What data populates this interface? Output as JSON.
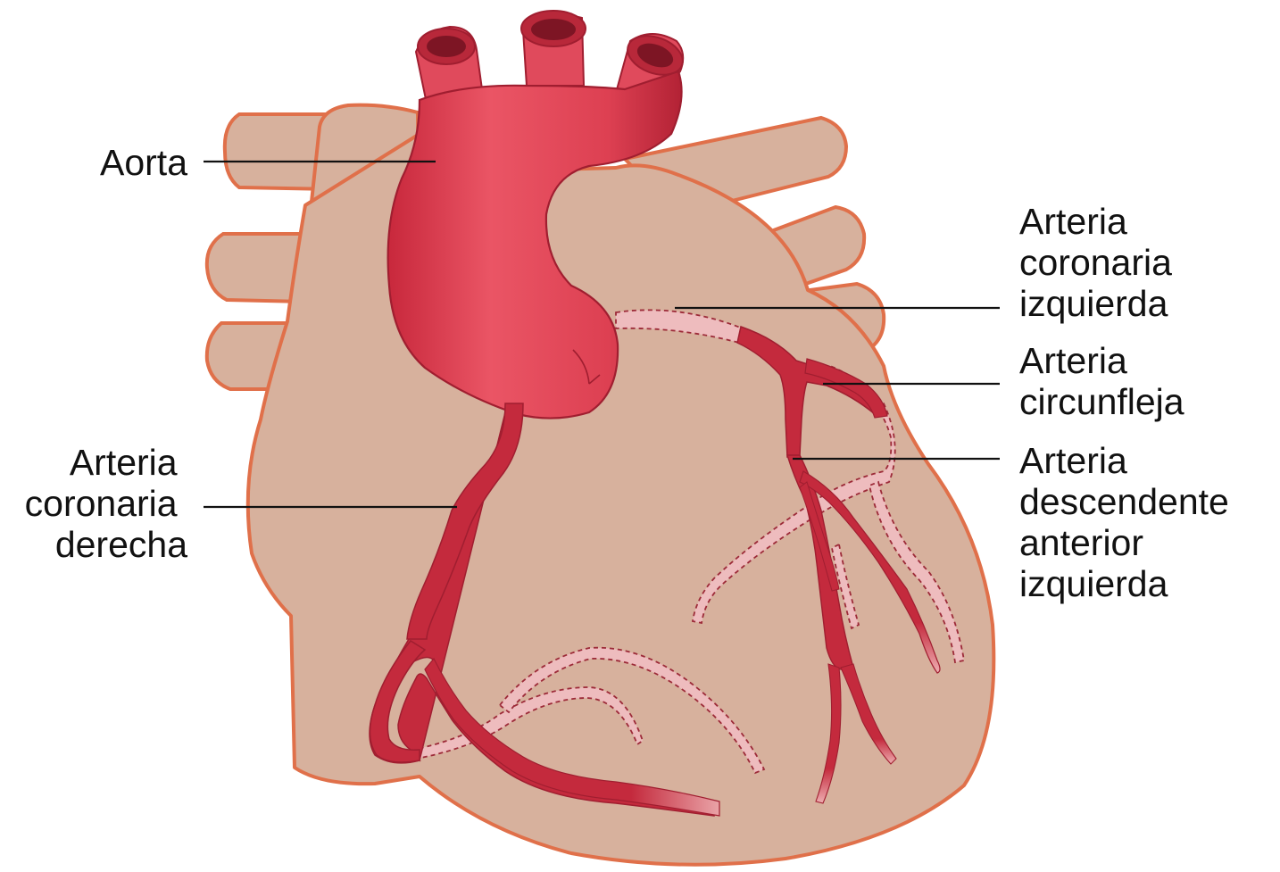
{
  "labels": {
    "aorta": [
      "Aorta"
    ],
    "left_coronary": [
      "Arteria",
      "coronaria",
      "izquierda"
    ],
    "circumflex": [
      "Arteria",
      "circunfleja"
    ],
    "left_anterior_descending": [
      "Arteria",
      "descendente",
      "anterior",
      "izquierda"
    ],
    "right_coronary": [
      "Arteria",
      "coronaria",
      "derecha"
    ]
  },
  "colors": {
    "heart_fill": "#d7b19d",
    "heart_outline": "#e0704a",
    "artery_red": "#d83a4f",
    "aorta_red": "#e64b5c",
    "artery_dark_edge": "#a01e30",
    "hidden_vessel_fill": "#eebcbe",
    "hidden_vessel_dash": "#9c2a38",
    "label_text": "#111111"
  }
}
